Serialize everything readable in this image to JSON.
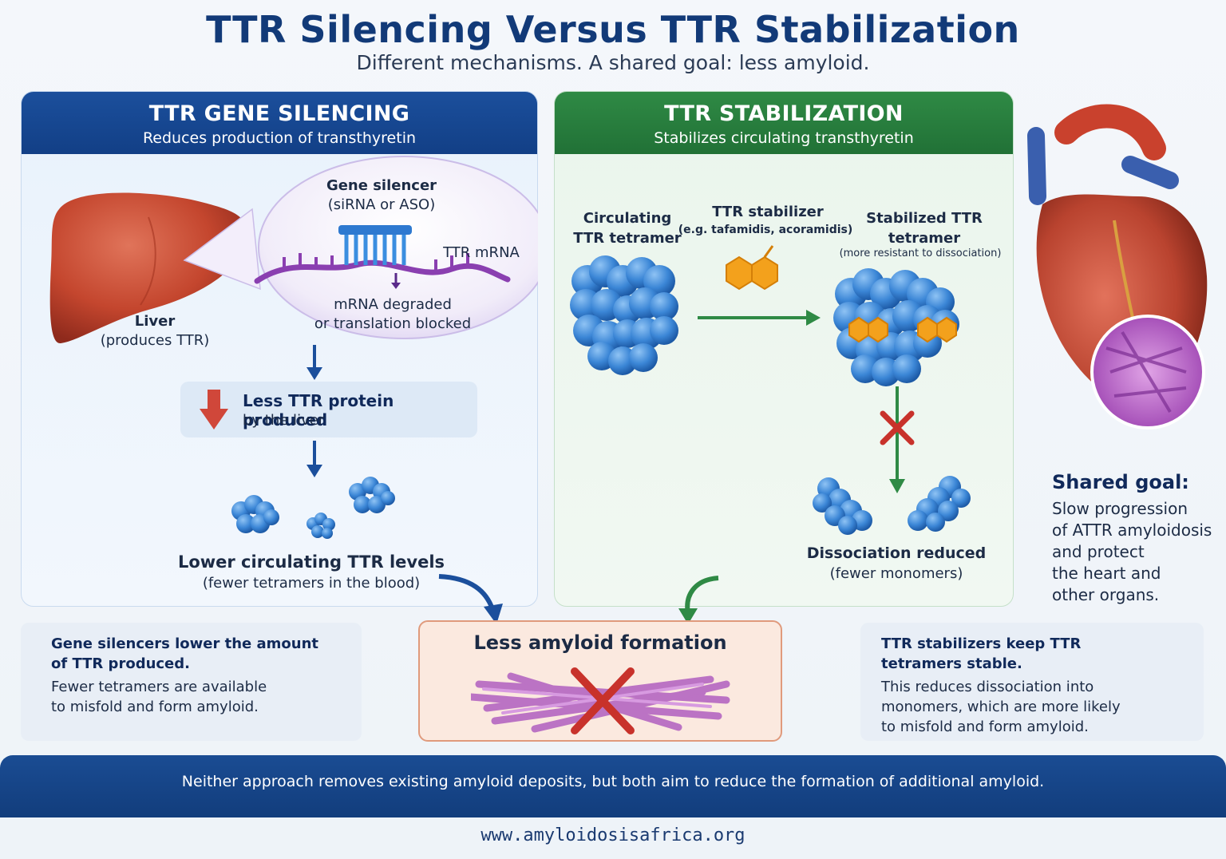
{
  "title": "TTR Silencing Versus TTR Stabilization",
  "subtitle": "Different mechanisms. A shared goal: less amyloid.",
  "left": {
    "header_title": "TTR GENE SILENCING",
    "header_sub": "Reduces production of transthyretin",
    "silencer_title": "Gene silencer",
    "silencer_sub": "(siRNA or ASO)",
    "mrna_label": "TTR mRNA",
    "degraded_1": "mRNA degraded",
    "degraded_2": "or translation blocked",
    "liver_title": "Liver",
    "liver_sub": "(produces TTR)",
    "less_protein_1": "Less TTR protein produced",
    "less_protein_2": "by the liver",
    "lower_levels_1": "Lower circulating TTR levels",
    "lower_levels_2": "(fewer tetramers in the blood)"
  },
  "right": {
    "header_title": "TTR STABILIZATION",
    "header_sub": "Stabilizes circulating transthyretin",
    "circ_1": "Circulating",
    "circ_2": "TTR tetramer",
    "stabilizer_1": "TTR stabilizer",
    "stabilizer_2": "(e.g. tafamidis, acoramidis)",
    "stabilized_1": "Stabilized TTR",
    "stabilized_2": "tetramer",
    "stabilized_3": "(more resistant to dissociation)",
    "dissoc_1": "Dissociation reduced",
    "dissoc_2": "(fewer monomers)"
  },
  "shared_goal": {
    "title": "Shared goal:",
    "lines": [
      "Slow progression",
      "of ATTR amyloidosis",
      "and protect",
      "the heart and",
      "other organs."
    ]
  },
  "bottom_left": {
    "bold": [
      "Gene silencers lower the amount",
      "of TTR produced."
    ],
    "text": [
      "Fewer tetramers are available",
      "to misfold and form amyloid."
    ]
  },
  "amyloid_box": {
    "label": "Less amyloid formation"
  },
  "bottom_right": {
    "bold": [
      "TTR stabilizers keep TTR",
      "tetramers stable."
    ],
    "text": [
      "This reduces dissociation into",
      "monomers, which are more likely",
      "to misfold and form amyloid."
    ]
  },
  "footer": "Neither approach removes existing amyloid deposits, but both aim to reduce the formation of additional amyloid.",
  "website": "www.amyloidosisafrica.org",
  "colors": {
    "left_accent": "#1b4f9c",
    "right_accent": "#2f8a45",
    "protein_blue": "#3b86d6",
    "stabilizer_orange": "#f3a11c",
    "amyloid_purple": "#b15fc0",
    "cross_red": "#c8322b"
  }
}
